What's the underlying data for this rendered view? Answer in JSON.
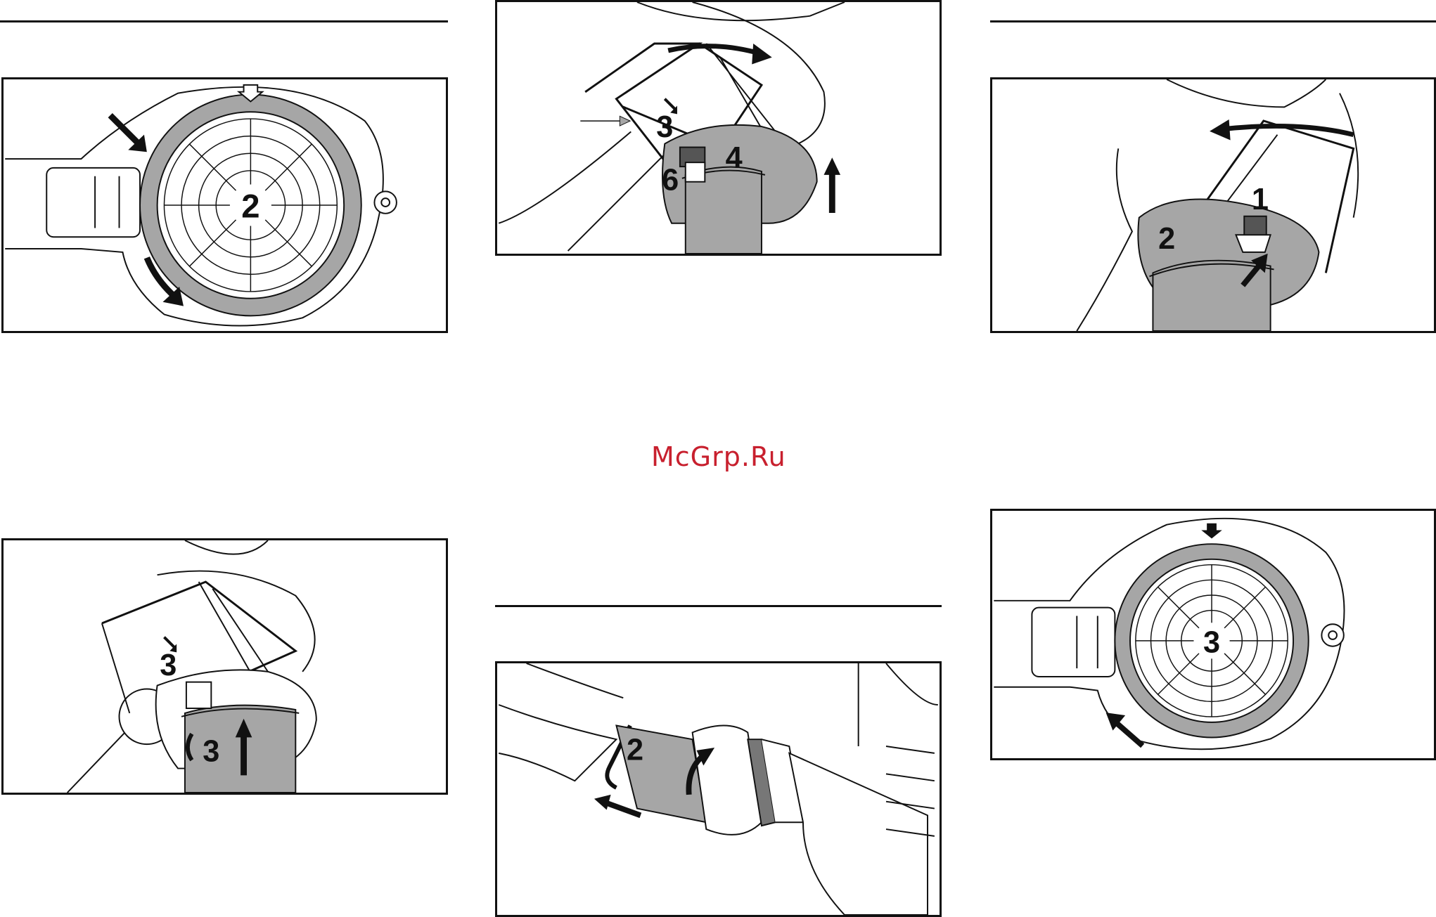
{
  "watermark": "McGrp.Ru",
  "panels": {
    "p1": {
      "labels": [
        "2"
      ]
    },
    "p2": {
      "labels": [
        "3",
        "4",
        "6"
      ]
    },
    "p3": {
      "labels": [
        "1",
        "2"
      ]
    },
    "p4": {
      "labels": [
        "3",
        "3"
      ]
    },
    "p5": {
      "labels": [
        "2"
      ]
    },
    "p6": {
      "labels": [
        "3"
      ]
    }
  },
  "colors": {
    "line": "#111111",
    "gray": "#a6a6a6",
    "watermark": "#c8202e"
  }
}
